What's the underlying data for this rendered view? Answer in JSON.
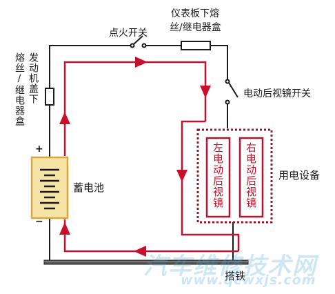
{
  "labels": {
    "ignition_switch": "点火开关",
    "dash_fuse_box": "仪表板下熔丝/继电器盒",
    "dash_fuse_box_line1": "仪表板下熔",
    "dash_fuse_box_line2": "丝/继电器盒",
    "mirror_switch": "电动后视镜开关",
    "engine_fuse_box_col1": "发动机盖下",
    "engine_fuse_box_col2": "熔丝/继电器盒",
    "battery": "蓄电池",
    "left_mirror": "左电动后视镜",
    "right_mirror": "右电动后视镜",
    "load_group": "用电设备",
    "ground": "搭铁",
    "battery_plus": "+",
    "battery_minus": "−"
  },
  "watermark": {
    "main": "汽车维修技术网",
    "url": "www.qcwxjs.com"
  },
  "colors": {
    "wire": "#1a1a1a",
    "current_flow": "#c8102e",
    "battery_fill": "#f6e3a6",
    "battery_border": "#d9a83a",
    "fuse_fill": "#ffffff",
    "device_border": "#b0152c",
    "device_group_border": "#a1122a",
    "ground_bar": "#333333"
  }
}
